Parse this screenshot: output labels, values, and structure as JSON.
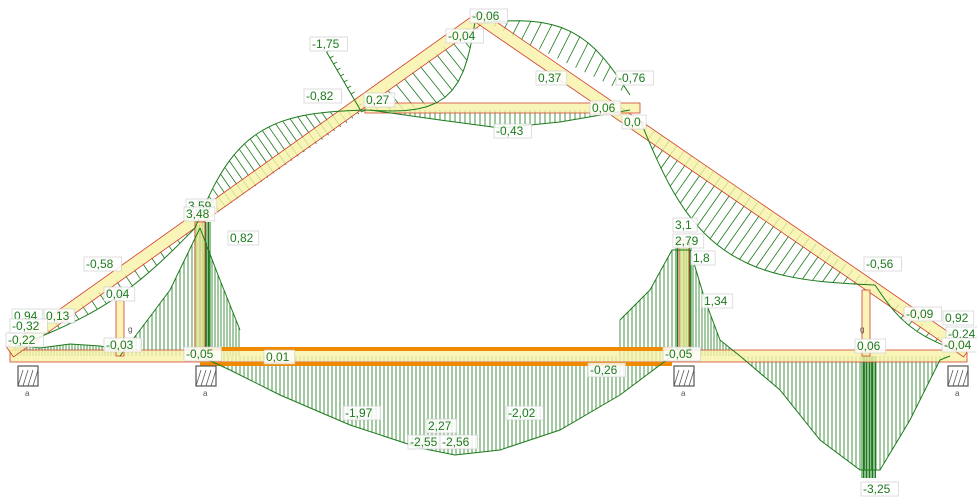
{
  "colors": {
    "member_fill": "#f7f3a6",
    "member_edge": "#d23a2a",
    "diagram": "#1b7a1b",
    "highlight": "#f08a00",
    "support": "#555555",
    "label_text": "#1e7a1e"
  },
  "values": [
    "-0,06",
    "-0,04",
    "-1,75",
    "0,37",
    "-0,76",
    "-0,82",
    "0,27",
    "0,06",
    "0,0",
    "-0,43",
    "3,59",
    "3,48",
    "0,82",
    "3,1",
    "2,79",
    "1,8",
    "1,34",
    "-0,58",
    "-0,56",
    "0,04",
    "0,94",
    "0,13",
    "-0,22",
    "-0,32",
    "-0,03",
    "-0,05",
    "0,01",
    "-0,26",
    "-0,05",
    "0,06",
    "-0,09",
    "0,92",
    "-0,24",
    "-0,04",
    "-1,97",
    "-2,02",
    "2,27",
    "-2,55",
    "-2,56",
    "-3,25"
  ],
  "support_glyph": "a",
  "node_glyph": "g"
}
